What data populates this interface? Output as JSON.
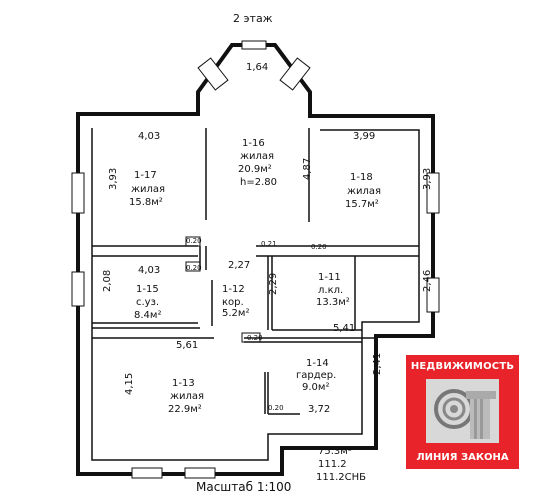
{
  "floor_title": "2 этаж",
  "scale_text": "Масштаб 1:100",
  "totals": [
    "75.3м²",
    "111.2",
    "111.2СНБ"
  ],
  "rooms": {
    "r16": {
      "id": "1-16",
      "type": "жилая",
      "area": "20.9м²",
      "height": "h=2.80"
    },
    "r17": {
      "id": "1-17",
      "type": "жилая",
      "area": "15.8м²"
    },
    "r18": {
      "id": "1-18",
      "type": "жилая",
      "area": "15.7м²"
    },
    "r15": {
      "id": "1-15",
      "type": "с.уз.",
      "area": "8.4м²"
    },
    "r12": {
      "id": "1-12",
      "type": "кор.",
      "area": "5.2м²"
    },
    "r11": {
      "id": "1-11",
      "type": "л.кл.",
      "area": "13.3м²"
    },
    "r13": {
      "id": "1-13",
      "type": "жилая",
      "area": "22.9м²"
    },
    "r14": {
      "id": "1-14",
      "type": "гардер.",
      "area": "9.0м²"
    }
  },
  "dims": {
    "d164": "1,64",
    "d403a": "4,03",
    "d399": "3,99",
    "d393a": "3,93",
    "d393b": "3,93",
    "d487": "4,87",
    "d403b": "4,03",
    "d208": "2,08",
    "d227": "2,27",
    "d229": "2,29",
    "d246": "2,46",
    "d541": "5,41",
    "d561": "5,61",
    "d415": "4,15",
    "d241": "2,41",
    "d372": "3,72",
    "w020a": "0.20",
    "w020b": "0.20",
    "w021": "0.21",
    "w020c": "0.20",
    "w020d": "0.20",
    "w020e": "0.20"
  },
  "logo": {
    "top": "НЕДВИЖИМОСТЬ",
    "bottom": "ЛИНИЯ ЗАКОНА"
  }
}
